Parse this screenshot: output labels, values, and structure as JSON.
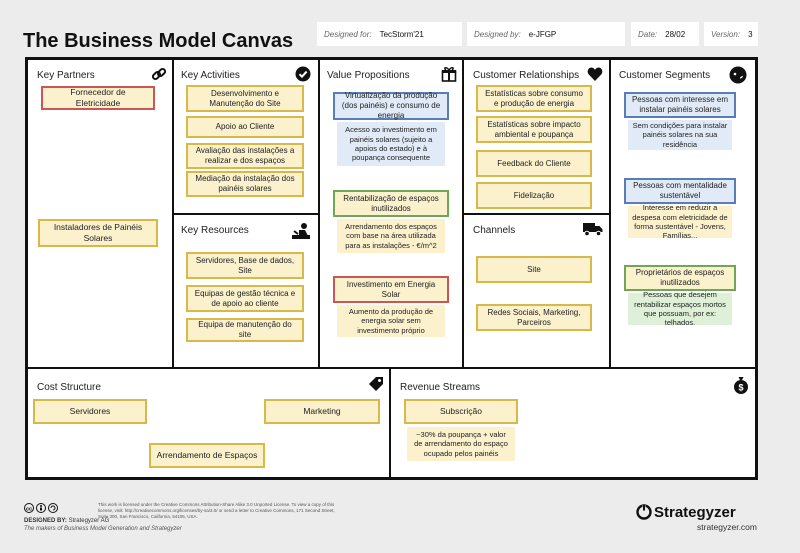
{
  "title": "The Business Model Canvas",
  "meta": {
    "designed_for_label": "Designed for:",
    "designed_for": "TecStorm'21",
    "designed_by_label": "Designed by:",
    "designed_by": "e-JFGP",
    "date_label": "Date:",
    "date": "28/02",
    "version_label": "Version:",
    "version": "3"
  },
  "sections": {
    "key_partners": "Key Partners",
    "key_activities": "Key Activities",
    "key_resources": "Key Resources",
    "value_propositions": "Value Propositions",
    "customer_relationships": "Customer Relationships",
    "channels": "Channels",
    "customer_segments": "Customer Segments",
    "cost_structure": "Cost Structure",
    "revenue_streams": "Revenue Streams"
  },
  "notes": {
    "kp1": "Fornecedor de Eletricidade",
    "kp2": "Instaladores de Painéis Solares",
    "ka1": "Desenvolvimento e Manutenção do Site",
    "ka2": "Apoio ao Cliente",
    "ka3": "Avaliação das instalações a realizar e dos espaços",
    "ka4": "Mediação da instalação dos painéis solares",
    "kr1": "Servidores, Base de dados, Site",
    "kr2": "Equipas de gestão técnica e de apoio ao cliente",
    "kr3": "Equipa de manutenção do site",
    "vp1": "Virtualização da produção (dos painéis) e consumo de energia",
    "vp1d": "Acesso ao investimento em painéis solares  (sujeito a apoios do estado) e à poupança consequente",
    "vp2": "Rentabilização de espaços inutilizados",
    "vp2d": "Arrendamento dos espaços com base na área utilizada para as instalações - €/m^2",
    "vp3": "Investimento em Energia Solar",
    "vp3d": "Aumento da produção de energia solar sem investimento próprio",
    "cr1": "Estatísticas sobre consumo e produção de energia",
    "cr2": "Estatísticas sobre impacto ambiental e poupança",
    "cr3": "Feedback do Cliente",
    "cr4": "Fidelização",
    "ch1": "Site",
    "ch2": "Redes Sociais, Marketing, Parceiros",
    "cs1": "Pessoas com interesse em instalar painéis solares",
    "cs1d": "Sem condições para instalar painéis solares na sua residência",
    "cs2": "Pessoas com mentalidade sustentável",
    "cs2d": "Interesse em reduzir a despesa com eletricidade de forma sustentável - Jovens, Famílias...",
    "cs3": "Proprietários de espaços inutilizados",
    "cs3d": "Pessoas que desejem rentabilizar espaços mortos que possuam, por ex: telhados.",
    "cost1": "Servidores",
    "cost2": "Marketing",
    "cost3": "Arrendamento de Espaços",
    "rev1": "Subscrição",
    "rev1d": "~30% da poupança + valor de arrendamento do espaço ocupado pelos painéis"
  },
  "footer": {
    "license": "This work is licensed under the Creative Commons Attribution-Share Alike 3.0 Unported License. To view a copy of this license, visit: http://creativecommons.org/licenses/by-sa/3.0/ or send a letter to Creative Commons, 171 Second Street, Suite 300, San Francisco, California, 94105, USA.",
    "designed_by_label": "DESIGNED BY:",
    "designed_by": "Strategyzer AG",
    "tagline": "The makers of Business Model Generation and Strategyzer",
    "brand": "Strategyzer",
    "url": "strategyzer.com"
  },
  "icons": [
    "link-icon",
    "check-icon",
    "gift-icon",
    "heart-icon",
    "face-icon",
    "worker-icon",
    "truck-icon",
    "tag-icon",
    "moneybag-icon"
  ]
}
